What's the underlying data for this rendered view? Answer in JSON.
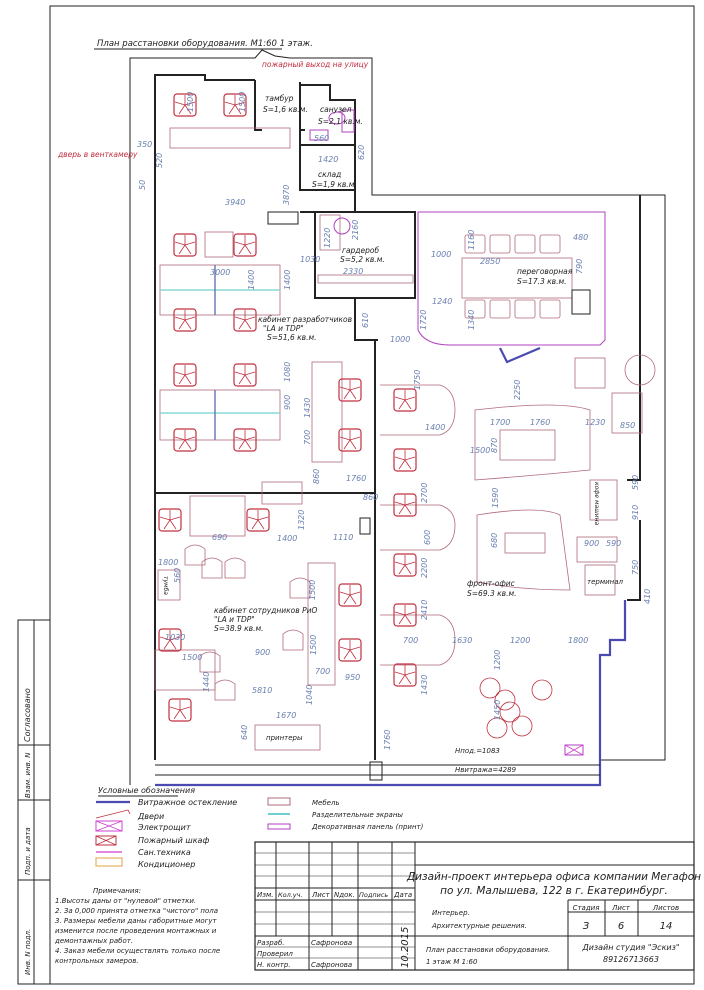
{
  "title": "План расстановки оборудования. М1:60 1 этаж.",
  "annotations": {
    "fire_exit": "пожарный выход на улицу",
    "vent_door": "дверь в венткамеру"
  },
  "rooms": [
    {
      "name": "тамбур",
      "area": "S=1,6 кв.м."
    },
    {
      "name": "санузел",
      "area": "S=2,1 кв.м."
    },
    {
      "name": "склад",
      "area": "S=1,9 кв.м."
    },
    {
      "name": "гардероб",
      "area": "S=5,2 кв.м."
    },
    {
      "name": "переговорная",
      "area": "S=17.3 кв.м."
    },
    {
      "name": "кабинет разработчиков",
      "sub": "\"LA и TDP\"",
      "area": "S=51,6 кв.м."
    },
    {
      "name": "кабинет сотрудников РиО",
      "sub": "\"LA и TDP\"",
      "area": "S=38.9 кв.м."
    },
    {
      "name": "фронт-офис",
      "area": "S=69.3 кв.м."
    }
  ],
  "equipment_labels": {
    "printers": "принтеры",
    "terminal": "терминал",
    "tumba": "тумба",
    "coffee": "кофе машина"
  },
  "dimensions": [
    "1500",
    "1500",
    "350",
    "50",
    "560",
    "620",
    "1420",
    "3940",
    "3870",
    "520",
    "3000",
    "1030",
    "1400",
    "1400",
    "1080",
    "1220",
    "2160",
    "2330",
    "610",
    "1000",
    "860",
    "1240",
    "1000",
    "2850",
    "480",
    "790",
    "1160",
    "1340",
    "1720",
    "1750",
    "2250",
    "1700",
    "1760",
    "1230",
    "850",
    "870",
    "1500",
    "1400",
    "900",
    "1430",
    "700",
    "860",
    "1760",
    "2700",
    "1590",
    "680",
    "600",
    "2200",
    "900",
    "590",
    "590",
    "910",
    "750",
    "410",
    "700",
    "1630",
    "1200",
    "1800",
    "1200",
    "1450",
    "1430",
    "2410",
    "690",
    "1400",
    "1320",
    "1110",
    "1800",
    "560",
    "1030",
    "1500",
    "1500",
    "700",
    "950",
    "1500",
    "1440",
    "900",
    "5810",
    "1040",
    "1670",
    "640",
    "1760"
  ],
  "levels": {
    "floor": "Нпод.=1083",
    "ceiling": "Нвитража=4289"
  },
  "legend": {
    "title": "Условные обозначения",
    "items": [
      {
        "label": "Витражное остекление",
        "color": "#4a4ab0"
      },
      {
        "label": "Двери",
        "color": "#c03040"
      },
      {
        "label": "Электрощит",
        "color": "#d040d0"
      },
      {
        "label": "Пожарный шкаф",
        "color": "#c03040"
      },
      {
        "label": "Сан.техника",
        "color": "#d040d0"
      },
      {
        "label": "Кондиционер",
        "color": "#e0a040"
      },
      {
        "label": "Мебель",
        "color": "#b06a7a"
      },
      {
        "label": "Разделительные экраны",
        "color": "#70d0d0"
      },
      {
        "label": "Декоративная панель (принт)",
        "color": "#b040c0"
      }
    ]
  },
  "notes": {
    "title": "Примечания:",
    "lines": [
      "1.Высоты даны от \"нулевой\" отметки.",
      "2. За  0,000 принята отметка \"чистого\" пола",
      "3. Размеры мебели даны габоритные могут",
      "изменится после проведения монтажных и",
      "демонтажных работ.",
      "4. Заказ мебели осуществлять только после",
      "контрольных замеров."
    ]
  },
  "side_stamp": [
    "Согласовано",
    "Взам. инв. N",
    "Подп. и дата",
    "Инв. N подл."
  ],
  "title_block": {
    "headers": [
      "Изм.",
      "Кол.уч.",
      "Лист",
      "Nдок.",
      "Подпись",
      "Дата"
    ],
    "project": "Дизайн-проект интерьера офиса компании Мегафон",
    "address": "по ул. Малышева, 122 в г. Екатеринбург.",
    "section_1": "Интерьер.",
    "section_2": "Архитектурные решения.",
    "stage_label": "Стадия",
    "sheet_label": "Лист",
    "sheets_label": "Листов",
    "stage": "З",
    "sheet": "6",
    "sheets": "14",
    "roles": [
      {
        "role": "Разраб.",
        "name": "Сафронова"
      },
      {
        "role": "Проверил",
        "name": ""
      },
      {
        "role": "Н. контр.",
        "name": "Сафронова"
      }
    ],
    "date": "10.2015",
    "drawing_1": "План расстановки оборудования.",
    "drawing_2": "1 этаж    М 1:60",
    "studio": "Дизайн студия \"Эскиз\"",
    "phone": "89126713663"
  }
}
